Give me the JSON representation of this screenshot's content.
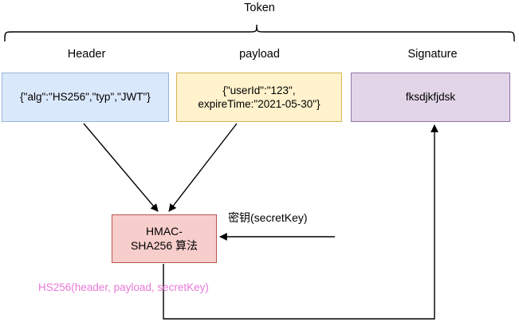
{
  "diagram": {
    "title": "Token",
    "type": "jwt-structure-flowchart",
    "background": "#ffffff"
  },
  "brace": {
    "name": "token-brace",
    "label": "Token"
  },
  "captions": {
    "header": "Header",
    "payload": "payload",
    "signature": "Signature"
  },
  "boxes": {
    "header": {
      "text": "{\"alg\":\"HS256\",\"typ\",\"JWT\"}",
      "fill": "#dae8fc",
      "stroke": "#97b6d9"
    },
    "payload": {
      "text": "{\"userId\":\"123\",\nexpireTime:\"2021-05-30\"}",
      "fill": "#fff2cc",
      "stroke": "#d6b656"
    },
    "signature": {
      "text": "fksdjkfjdsk",
      "fill": "#e1d5e7",
      "stroke": "#9673a6"
    },
    "algorithm": {
      "text": "HMAC-\nSHA256 算法",
      "fill": "#f8cecc",
      "stroke": "#b85450"
    }
  },
  "labels": {
    "secret_key": "密钥(secretKey)",
    "formula": "HS256(header, payload, secretKey)",
    "formula_color": "#e879d8"
  },
  "edges": [
    {
      "name": "header-to-algorithm",
      "from": "header",
      "to": "algorithm"
    },
    {
      "name": "payload-to-algorithm",
      "from": "payload",
      "to": "algorithm"
    },
    {
      "name": "secretkey-to-algorithm",
      "from": "secret_key",
      "to": "algorithm"
    },
    {
      "name": "algorithm-to-signature",
      "from": "algorithm",
      "to": "signature"
    }
  ]
}
